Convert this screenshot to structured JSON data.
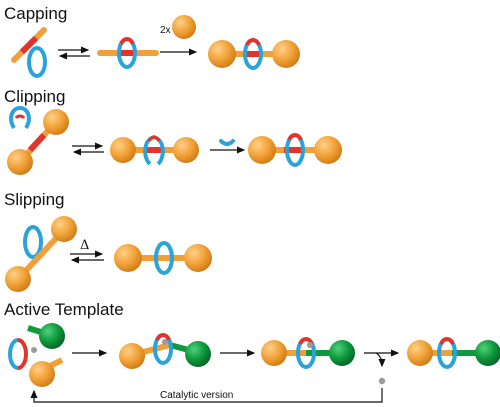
{
  "sections": {
    "capping": "Capping",
    "clipping": "Clipping",
    "slipping": "Slipping",
    "active_template": "Active Template"
  },
  "labels": {
    "two_x": "2x",
    "delta": "Δ",
    "catalytic_version": "Catalytic version"
  },
  "colors": {
    "stopper": "#f2a33a",
    "ring_blue": "#2aa4d8",
    "ring_red": "#e2342c",
    "axle_orange": "#f0a03a",
    "green": "#0f9a3e",
    "grey_dot": "#9a9a9a",
    "arrow": "#111111"
  }
}
